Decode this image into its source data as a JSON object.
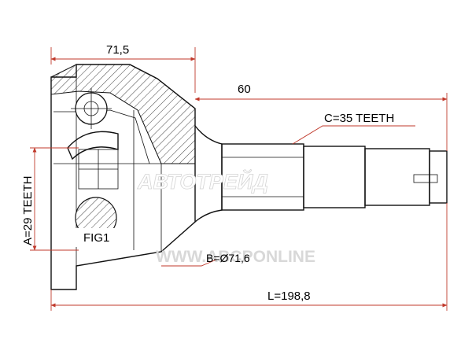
{
  "dimensions": {
    "housing_length": "71,5",
    "shaft_length": "60",
    "total_length": "L=198,8",
    "outer_spline": "C=35 TEETH",
    "inner_spline": "A=29 TEETH",
    "bearing_diameter": "B=Ø71,6"
  },
  "figure_label": "FIG1",
  "watermarks": {
    "top": "АВТОТРЕЙД",
    "bottom": "WWW.ABCPONLINE"
  },
  "colors": {
    "dimension_line": "#c0392b",
    "drawing_line": "#111111",
    "watermark": "#e3e3e3"
  }
}
